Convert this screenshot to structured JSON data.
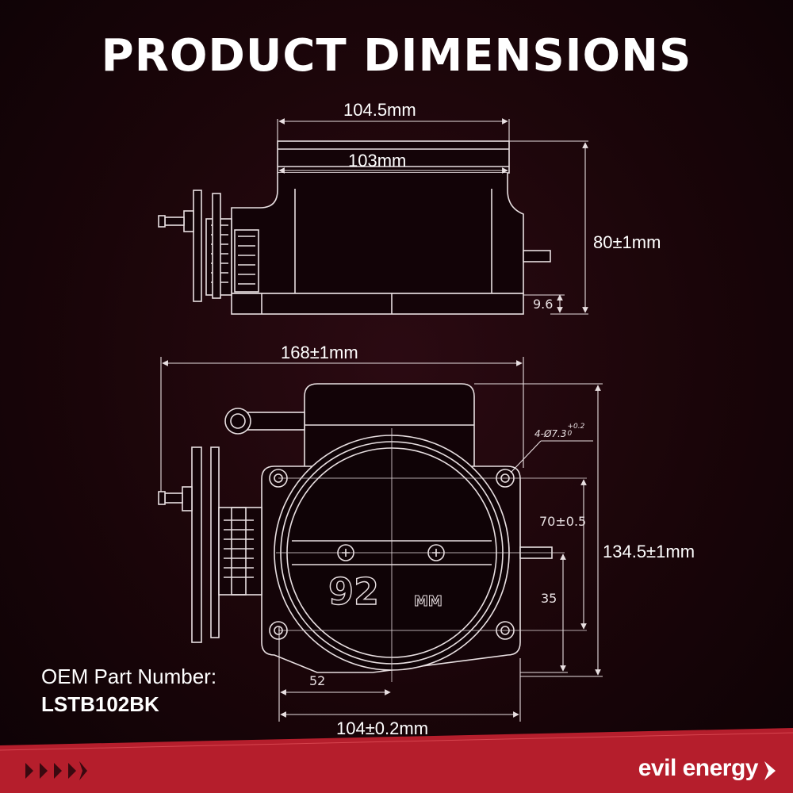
{
  "title": "PRODUCT DIMENSIONS",
  "top_view": {
    "overall_width": "104.5mm",
    "bore_width": "103mm",
    "height": "80±1mm",
    "flange_thickness": "9.6"
  },
  "front_view": {
    "overall_width": "168±1mm",
    "bolt_holes": "4-Ø7.3",
    "bolt_tolerance_upper": "+0.2",
    "bolt_tolerance_lower": "0",
    "bolt_spacing_vertical": "70±0.5",
    "overall_height": "134.5±1mm",
    "shaft_height": "35",
    "bore_offset": "52",
    "flange_width": "104±0.2mm",
    "bore_engraving": "92",
    "bore_engraving_unit": "MM"
  },
  "oem": {
    "label": "OEM Part Number:",
    "value": "LSTB102BK"
  },
  "brand": "evil energy",
  "colors": {
    "background": "#1a0509",
    "footer_red": "#b51e2c",
    "line": "#e8dfe1"
  }
}
